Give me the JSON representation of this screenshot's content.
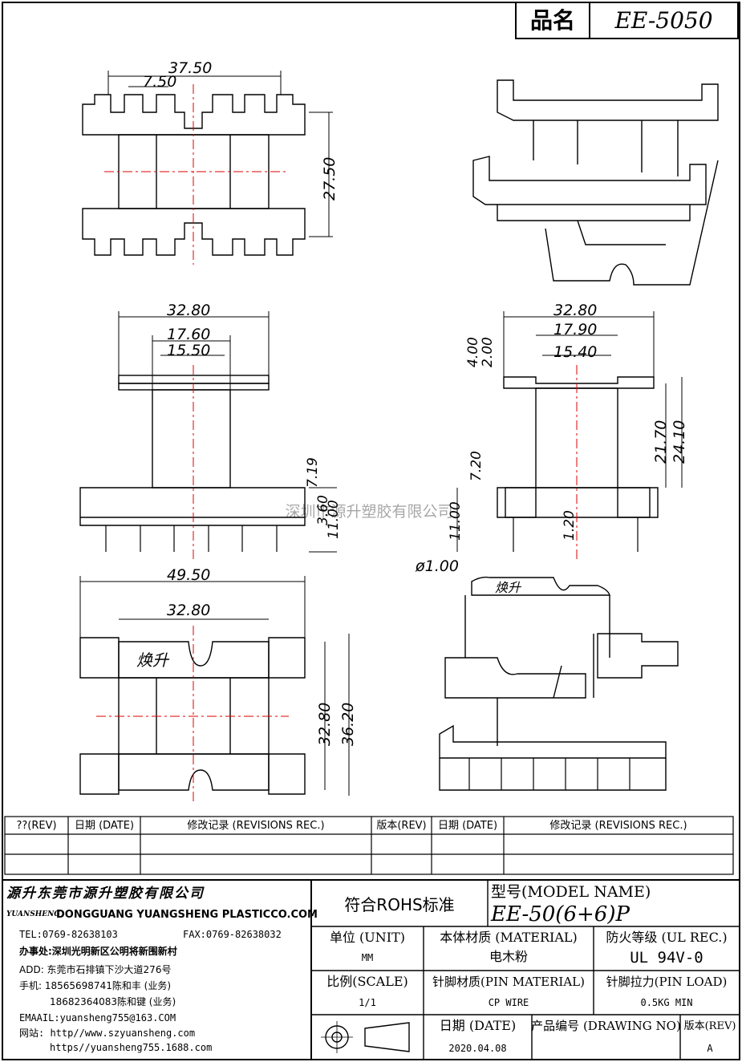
{
  "title_block": {
    "part_name_label": "品名",
    "part_name": "EE-5050"
  },
  "dimensions": {
    "top_width": "37.50",
    "top_pitch": "7.50",
    "top_height": "27.50",
    "front_width": "32.80",
    "front_inner": "17.60",
    "front_core": "15.50",
    "front_h1": "7.19",
    "front_h2": "3.60",
    "front_h3": "11.00",
    "side_width": "32.80",
    "side_inner": "17.90",
    "side_core": "15.40",
    "side_t1": "4.00",
    "side_t2": "2.00",
    "side_h1": "21.70",
    "side_h2": "24.10",
    "side_p1": "7.20",
    "side_p2": "11.00",
    "side_p3": "1.20",
    "pin_dia": "ø1.00",
    "bottom_width": "49.50",
    "bottom_inner": "32.80",
    "bottom_h1": "32.80",
    "bottom_h2": "36.20"
  },
  "logo_text": "焕升",
  "watermark": "深圳市源升塑胶有限公司",
  "revisions": {
    "headers": [
      "??(REV)",
      "日期 (DATE)",
      "修改记录 (REVISIONS REC.)",
      "版本(REV)",
      "日期 (DATE)",
      "修改记录 (REVISIONS REC.)"
    ]
  },
  "company": {
    "name_cn": "源升东莞市源升塑胶有限公司",
    "brand": "YUANSHENG",
    "name_en": "DONGGUANG YUANGSHENG PLASTICCO.COM",
    "tel": "TEL:0769-82638103",
    "fax": "FAX:0769-82638032",
    "office": "办事处:深圳光明新区公明将新围新村",
    "addr": "ADD: 东莞市石排镇下沙大道276号",
    "phone1": "手机: 18565698741陈和丰 (业务)",
    "phone2": "18682364083陈和键 (业务)",
    "email": "EMAAIL:yuansheng755@163.COM",
    "web1": "网站: http//www.szyuansheng.com",
    "web2": "https//yuansheng755.1688.com"
  },
  "spec": {
    "rohs": "符合ROHS标准",
    "model_label": "型号(MODEL NAME)",
    "model": "EE-50(6+6)P",
    "unit_label": "单位 (UNIT)",
    "unit": "MM",
    "material_label": "本体材质 (MATERIAL)",
    "material": "电木粉",
    "ul_label": "防火等级 (UL REC.)",
    "ul": "UL 94V-0",
    "scale_label": "比例(SCALE)",
    "scale": "1/1",
    "pin_material_label": "针脚材质(PIN MATERIAL)",
    "pin_material": "CP WIRE",
    "pin_load_label": "针脚拉力(PIN LOAD)",
    "pin_load": "0.5KG MIN",
    "date_label": "日期 (DATE)",
    "date": "2020.04.08",
    "drawing_label": "产品编号 (DRAWING NO)",
    "rev_label": "版本(REV)",
    "rev": "A"
  }
}
